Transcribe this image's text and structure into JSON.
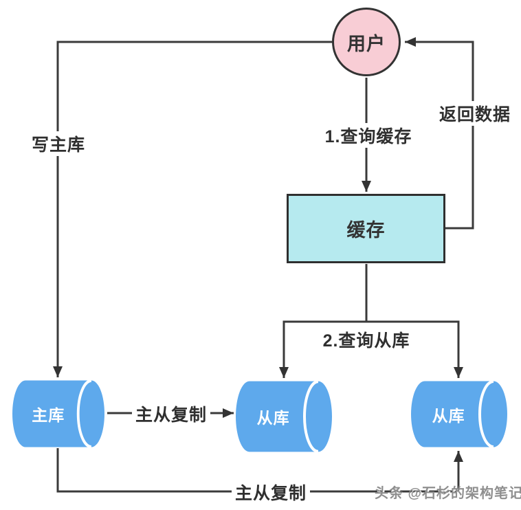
{
  "diagram": {
    "nodes": {
      "user": {
        "label": "用户"
      },
      "cache": {
        "label": "缓存"
      },
      "master": {
        "label": "主库"
      },
      "slave1": {
        "label": "从库"
      },
      "slave2": {
        "label": "从库"
      }
    },
    "edges": {
      "write_master": {
        "label": "写主库"
      },
      "query_cache": {
        "label": "1.查询缓存"
      },
      "return_data": {
        "label": "返回数据"
      },
      "query_slaves": {
        "label": "2.查询从库"
      },
      "replication_mid": {
        "label": "主从复制"
      },
      "replication_bottom": {
        "label": "主从复制"
      }
    },
    "watermark": "头条 @石杉的架构笔记",
    "colors": {
      "user_fill": "#f8cdd5",
      "cache_fill": "#b6eaef",
      "db_fill": "#5ea9ec",
      "db_text": "#ffffff",
      "line": "#3a3a3a",
      "label_text": "#2f2f2f",
      "border": "#333333",
      "watermark_text": "#8f8f8f",
      "background": "#ffffff"
    }
  }
}
